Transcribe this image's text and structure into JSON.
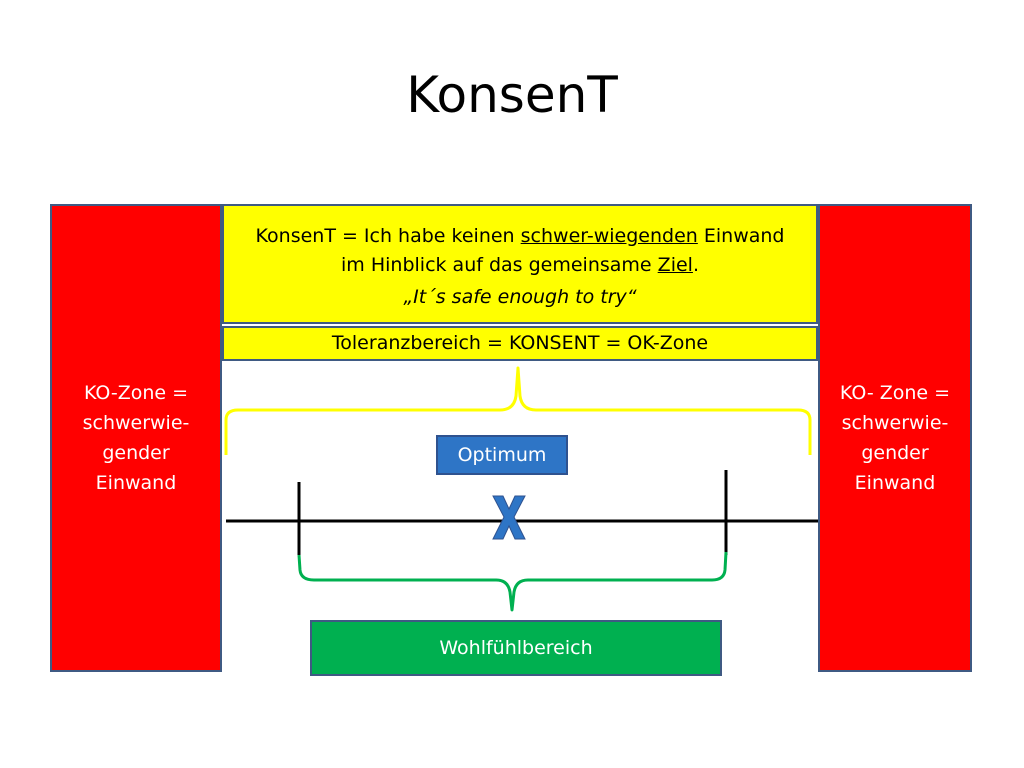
{
  "slide": {
    "title": "KonsenT",
    "left_zone_label": "KO-Zone =\nschwerwie-\ngender\nEinwand",
    "right_zone_label": "KO- Zone =\nschwerwie-\ngender\nEinwand",
    "definition": {
      "text_1": "KonsenT = Ich habe keinen ",
      "underlined_1": "schwer-wiegenden",
      "text_2": " Einwand",
      "text_3": "im Hinblick auf das gemeinsame ",
      "underlined_2": "Ziel",
      "text_4": ".",
      "quote": "„It´s safe enough to try“"
    },
    "tolerance_label": "Toleranzbereich = KONSENT = OK-Zone",
    "optimum_label": "Optimum",
    "comfort_zone_label": "Wohlfühlbereich"
  },
  "colors": {
    "ko_zone": "#ff0000",
    "consent_zone": "#ffff00",
    "optimum": "#2e75c6",
    "comfort_zone": "#00b050",
    "brace_yellow": "#ffff00",
    "brace_green": "#00b050",
    "x_mark": "#2e75c6"
  },
  "icons": {
    "optimum_marker": "x-mark-icon"
  }
}
